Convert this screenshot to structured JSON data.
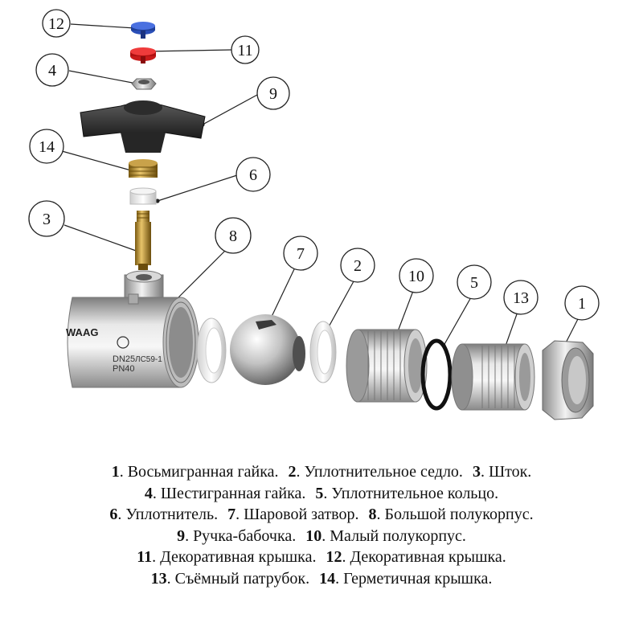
{
  "brand": {
    "name": "WAAG",
    "dn": "DN25",
    "pn": "PN40",
    "material": "ЛС59-1"
  },
  "callouts": {
    "c1": "1",
    "c2": "2",
    "c3": "3",
    "c4": "4",
    "c5": "5",
    "c6": "6",
    "c7": "7",
    "c8": "8",
    "c9": "9",
    "c10": "10",
    "c11": "11",
    "c12": "12",
    "c13": "13",
    "c14": "14"
  },
  "legend": {
    "lines": [
      [
        {
          "num": "1",
          "text": ". Восьмигранная гайка."
        },
        {
          "num": "2",
          "text": ". Уплотнительное седло."
        },
        {
          "num": "3",
          "text": ". Шток."
        }
      ],
      [
        {
          "num": "4",
          "text": ". Шестигранная гайка."
        },
        {
          "num": "5",
          "text": ". Уплотнительное кольцо."
        }
      ],
      [
        {
          "num": "6",
          "text": ". Уплотнитель."
        },
        {
          "num": "7",
          "text": ". Шаровой затвор."
        },
        {
          "num": "8",
          "text": ". Большой полукорпус."
        }
      ],
      [
        {
          "num": "9",
          "text": ". Ручка-бабочка."
        },
        {
          "num": "10",
          "text": ". Малый полукорпус."
        }
      ],
      [
        {
          "num": "11",
          "text": ". Декоративная крышка."
        },
        {
          "num": "12",
          "text": ". Декоративная крышка."
        }
      ],
      [
        {
          "num": "13",
          "text": ". Съёмный патрубок."
        },
        {
          "num": "14",
          "text": ". Герметичная крышка."
        }
      ]
    ]
  }
}
